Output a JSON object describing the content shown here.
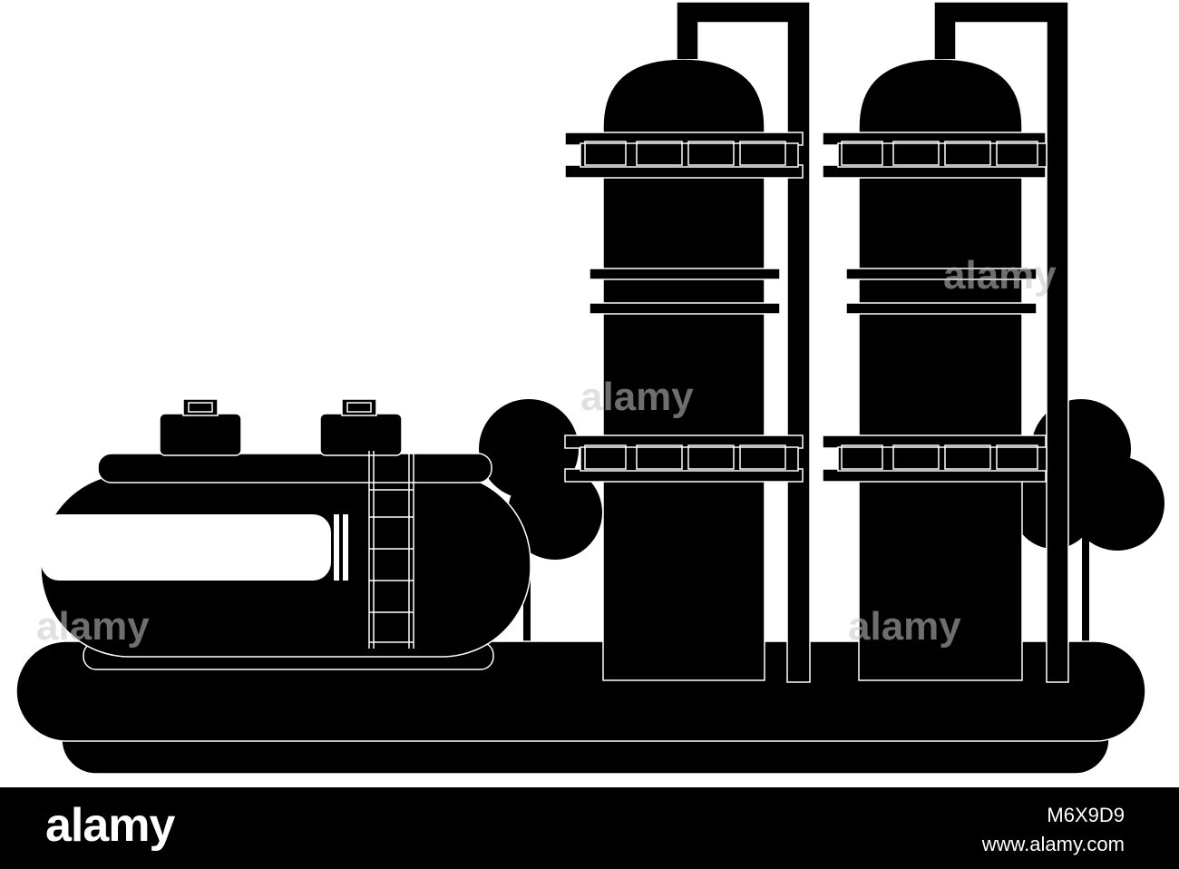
{
  "illustration": {
    "subject": "oil refinery silhouette",
    "colors": {
      "fill": "#000000",
      "outline": "#ffffff",
      "background": "#ffffff"
    }
  },
  "watermark": {
    "text": "alamy",
    "color": "#c8c8c8"
  },
  "footer": {
    "brand": "alamy",
    "image_id": "M6X9D9",
    "site": "www.alamy.com"
  }
}
